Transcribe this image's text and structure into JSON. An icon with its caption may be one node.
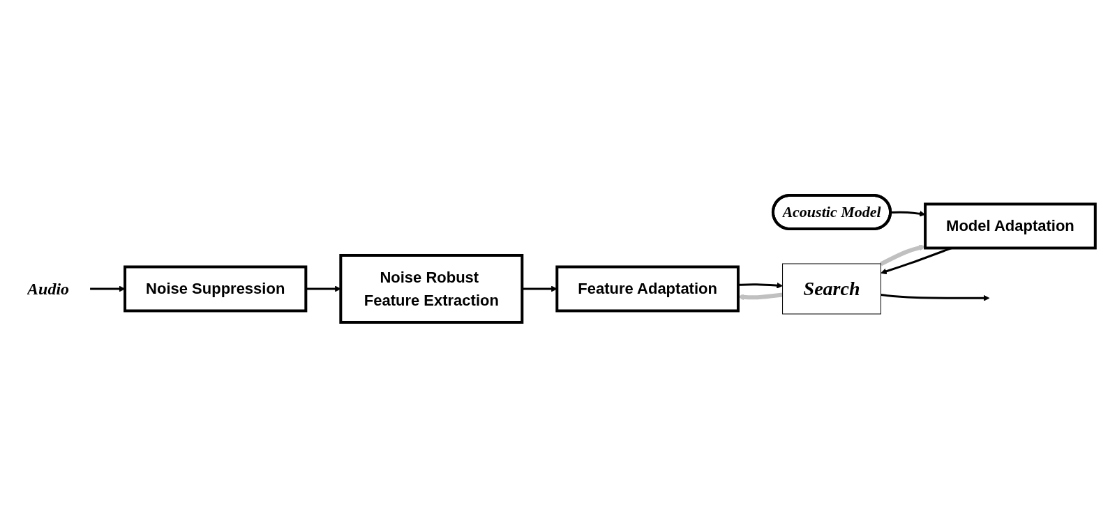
{
  "diagram": {
    "nodes": [
      {
        "text": [
          "Audio"
        ]
      },
      {
        "text": [
          "Noise Suppression"
        ]
      },
      {
        "text": [
          "Noise Robust Feature Extraction"
        ]
      },
      {
        "text": [
          "Feature Adaptation"
        ]
      },
      {
        "text": [
          "Acoustic Model"
        ]
      },
      {
        "text": [
          "Model Adaptation"
        ]
      },
      {
        "text": [
          "Search"
        ]
      }
    ],
    "edges": [
      {
        "from": 0,
        "to": 1,
        "arrow": "to"
      },
      {
        "from": 1,
        "to": 2,
        "arrow": "to"
      },
      {
        "from": 2,
        "to": 3,
        "arrow": "to"
      },
      {
        "from": 3,
        "to": 6,
        "arrow": "to"
      },
      {
        "from": 4,
        "to": 5,
        "arrow": "to"
      },
      {
        "from": 5,
        "to": 6,
        "arrow": "to"
      },
      {
        "from": 6,
        "to": 3,
        "arrow": "to",
        "style": "thick",
        "color": "#c0c0c0"
      },
      {
        "from": 6,
        "to": 5,
        "arrow": "to",
        "style": "thick",
        "color": "#c0c0c0"
      },
      {
        "from": 6,
        "to": null,
        "arrow": "to"
      }
    ]
  }
}
